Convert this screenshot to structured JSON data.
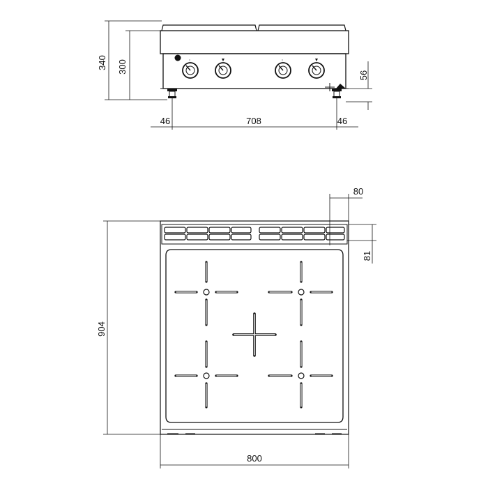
{
  "front_view": {
    "height_total": "340",
    "height_worktop": "300",
    "height_knob_axis": "56",
    "foot_offset_left": "46",
    "inner_width": "708",
    "foot_offset_right": "46"
  },
  "top_view": {
    "depth_total": "904",
    "width_total": "800",
    "vent_offset_x": "80",
    "vent_depth": "81"
  },
  "colors": {
    "line": "#111111",
    "background": "#ffffff"
  }
}
